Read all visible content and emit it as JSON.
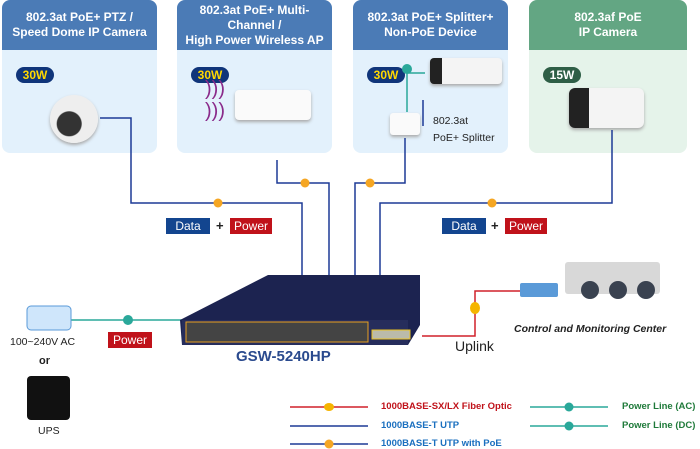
{
  "devices": [
    {
      "title_l1": "802.3at PoE+ PTZ /",
      "title_l2": "Speed Dome IP Camera",
      "power": "30W"
    },
    {
      "title_l1": "802.3at PoE+ Multi-Channel /",
      "title_l2": "High Power Wireless AP",
      "power": "30W"
    },
    {
      "title_l1": "802.3at PoE+ Splitter+",
      "title_l2": "Non-PoE Device",
      "power": "30W",
      "splitter_l1": "802.3at",
      "splitter_l2": "PoE+ Splitter"
    },
    {
      "title_l1": "802.3af PoE",
      "title_l2": "IP Camera",
      "power": "15W"
    }
  ],
  "badges": {
    "data": "Data",
    "plus": "+",
    "power": "Power"
  },
  "switch": {
    "model": "GSW-5240HP"
  },
  "uplink": {
    "label": "Uplink",
    "center": "Control and Monitoring Center"
  },
  "power_source": {
    "ac": "100~240V AC",
    "or": "or",
    "ups": "UPS",
    "power": "Power"
  },
  "legend": [
    {
      "label": "1000BASE-SX/LX Fiber Optic",
      "color": "#d0202a"
    },
    {
      "label": "1000BASE-T UTP",
      "color": "#1d3a96"
    },
    {
      "label": "1000BASE-T UTP with PoE",
      "color": "#1d3a96"
    },
    {
      "label": "Power Line (AC)",
      "color": "#2aa89a"
    },
    {
      "label": "Power Line (DC)",
      "color": "#2aa89a"
    }
  ],
  "colors": {
    "header_blue": "#4b7bb6",
    "header_green": "#63a683",
    "utp": "#1d3a96",
    "fiber": "#d0202a",
    "power_line": "#2aa89a",
    "poe_dot": "#f5a623"
  }
}
